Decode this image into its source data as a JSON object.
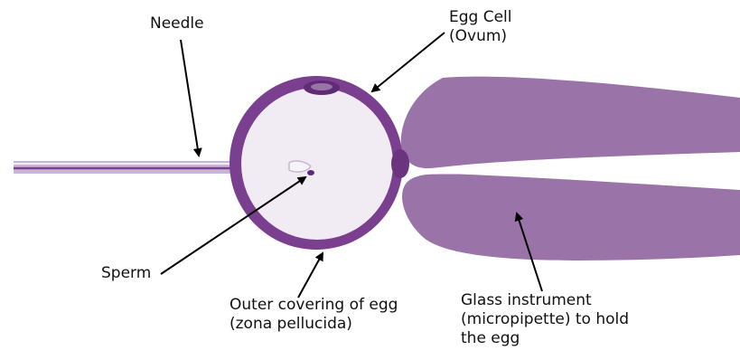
{
  "labels": {
    "needle": "Needle",
    "egg_cell": [
      "Egg Cell",
      "(Ovum)"
    ],
    "sperm": "Sperm",
    "outer_covering": [
      "Outer covering of egg",
      "(zona pellucida)"
    ],
    "glass_instrument": [
      "Glass instrument",
      "(micropipette) to hold",
      "the egg"
    ]
  },
  "colors": {
    "zona": "#7a3f8e",
    "cytoplasm": "#f1ebf4",
    "pipette": "#9a74a8",
    "needle": "#c9b5d4",
    "text": "#111111"
  }
}
